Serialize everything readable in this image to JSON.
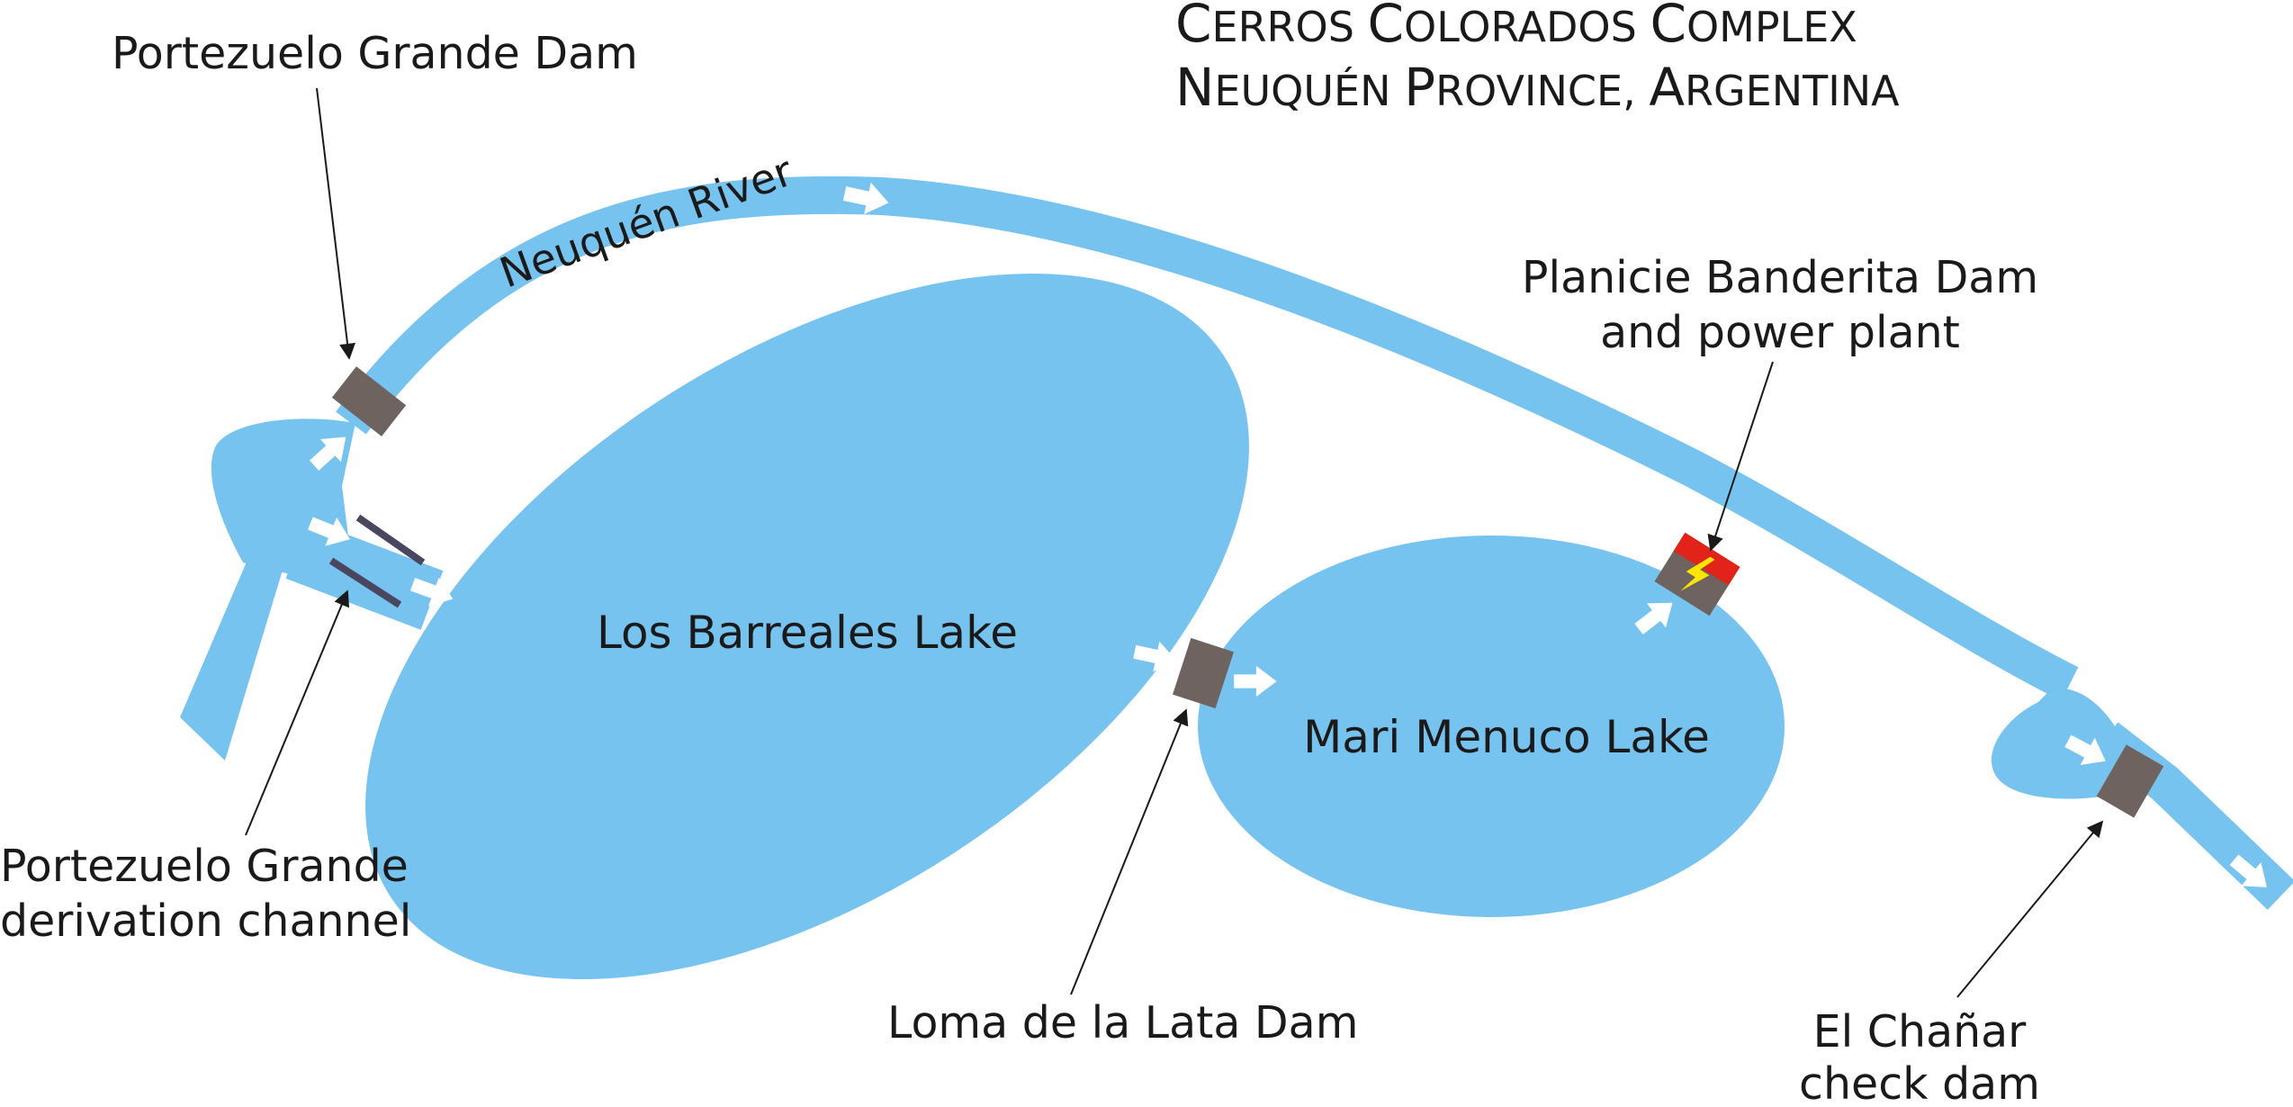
{
  "title": {
    "line1": {
      "cap1": "C",
      "rest1": "ERROS ",
      "cap2": "C",
      "rest2": "OLORADOS ",
      "cap3": "C",
      "rest3": "OMPLEX"
    },
    "line2": {
      "cap1": "N",
      "rest1": "EUQUÉN ",
      "cap2": "P",
      "rest2": "ROVINCE, ",
      "cap3": "A",
      "rest3": "RGENTINA"
    }
  },
  "labels": {
    "river": "Neuquén River",
    "portezuelo_dam": "Portezuelo Grande Dam",
    "planicie_line1": "Planicie Banderita Dam",
    "planicie_line2": "and power plant",
    "channel_line1": "Portezuelo Grande",
    "channel_line2": "derivation channel",
    "loma_dam": "Loma de la Lata Dam",
    "chanar_line1": "El Chañar",
    "chanar_line2": "check dam",
    "barreales_lake": "Los Barreales Lake",
    "menuco_lake": "Mari Menuco Lake"
  },
  "colors": {
    "water": "#77c3ef",
    "dam": "#6e635e",
    "channel_wall": "#4a4660",
    "power_red": "#e2231a",
    "power_bolt": "#ffe600",
    "flow_arrow": "#ffffff",
    "pointer": "#1a1a1a"
  }
}
